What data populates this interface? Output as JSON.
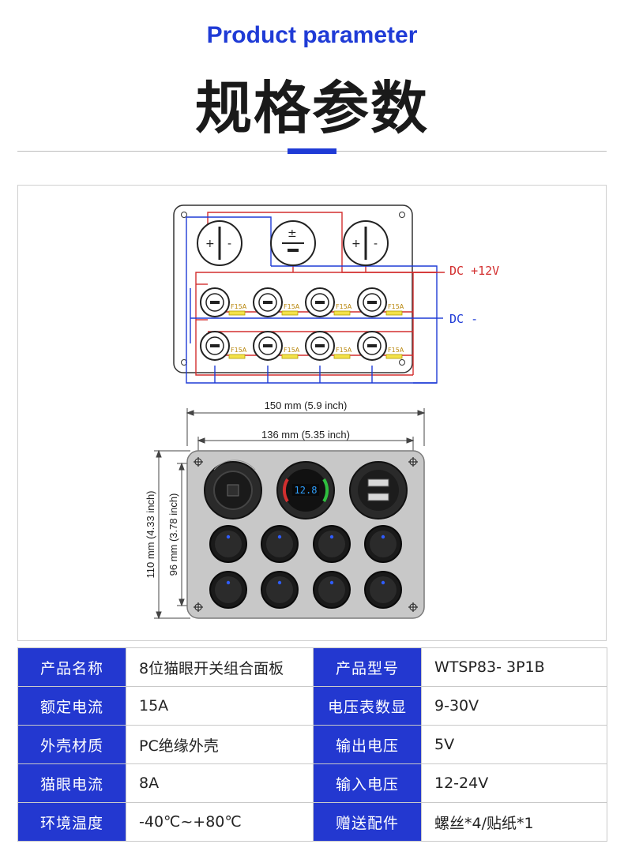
{
  "header": {
    "title_en": "Product parameter",
    "title_cn": "规格参数"
  },
  "wiring_diagram": {
    "dc_positive_label": "DC +12V",
    "dc_negative_label": "DC -",
    "fuse_label": "F15A"
  },
  "dimension_drawing": {
    "outer_width": "150 mm (5.9 inch)",
    "inner_width": "136 mm (5.35 inch)",
    "outer_height": "110 mm (4.33 inch)",
    "inner_height": "96 mm (3.78 inch)",
    "voltmeter_reading": "12.8"
  },
  "specs": [
    {
      "k1": "产品名称",
      "v1": "8位猫眼开关组合面板",
      "k2": "产品型号",
      "v2": "WTSP83- 3P1B"
    },
    {
      "k1": "额定电流",
      "v1": "15A",
      "k2": "电压表数显",
      "v2": "9-30V"
    },
    {
      "k1": "外壳材质",
      "v1": "PC绝缘外壳",
      "k2": "输出电压",
      "v2": "5V"
    },
    {
      "k1": "猫眼电流",
      "v1": "8A",
      "k2": "输入电压",
      "v2": "12-24V"
    },
    {
      "k1": "环境温度",
      "v1": "-40℃~+80℃",
      "k2": "赠送配件",
      "v2": "螺丝*4/贴纸*1"
    }
  ],
  "colors": {
    "accent_blue": "#1f3bd6",
    "table_key_bg": "#2338d0",
    "wire_red": "#d32f2f",
    "wire_blue": "#1f3bd6",
    "panel_gray": "#c8c8c8"
  }
}
